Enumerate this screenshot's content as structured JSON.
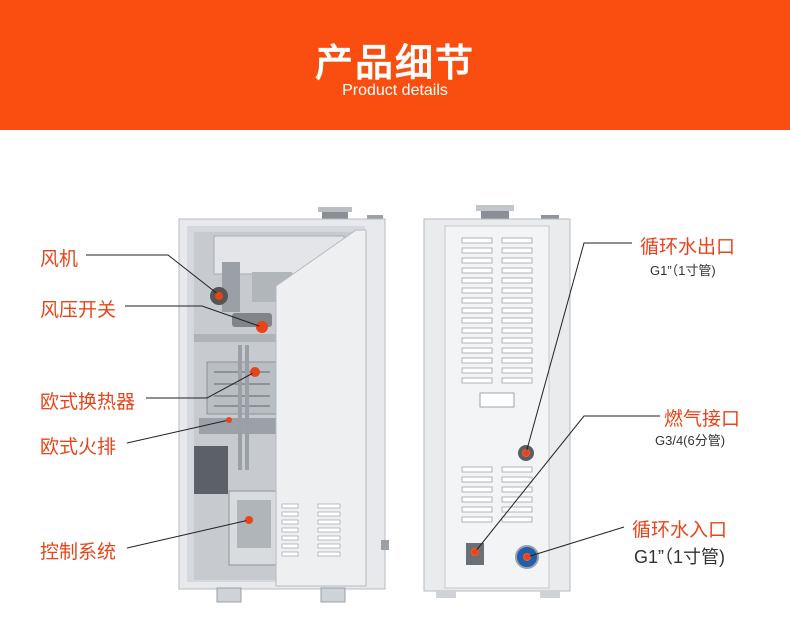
{
  "header": {
    "title": "产品细节",
    "subtitle": "Product details"
  },
  "left_labels": [
    {
      "text": "风机"
    },
    {
      "text": "风压开关"
    },
    {
      "text": "欧式换热器"
    },
    {
      "text": "欧式火排"
    },
    {
      "text": "控制系统"
    }
  ],
  "right_labels": [
    {
      "title": "循环水出口",
      "spec": "G1”（1寸管)"
    },
    {
      "title": "燃气接口",
      "spec": "G3/4(6分管)"
    },
    {
      "title": "循环水入口",
      "spec": "G1”（1寸管)"
    }
  ],
  "colors": {
    "brand": "#f94e0f",
    "label": "#e8441a",
    "marker": "#ff5a1a"
  }
}
